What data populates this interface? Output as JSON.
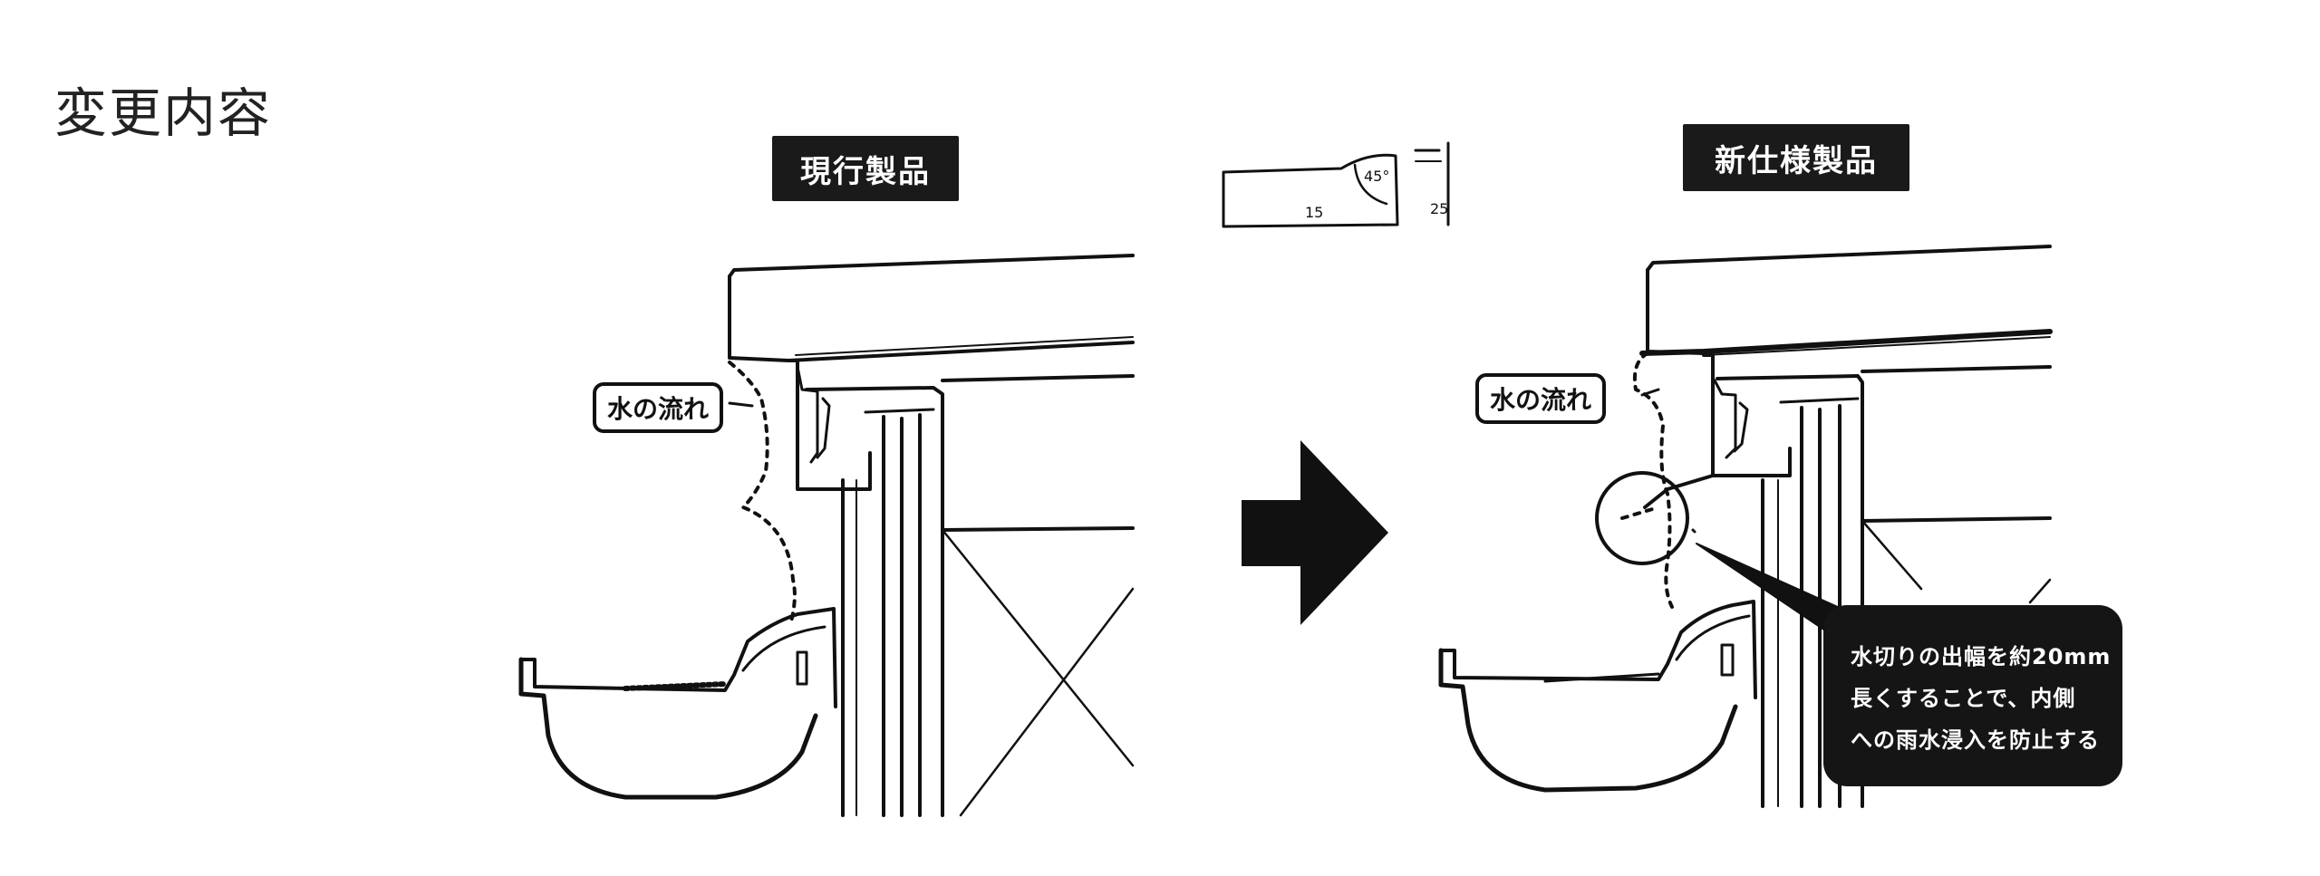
{
  "title": "変更内容",
  "labels": {
    "current": "現行製品",
    "new": "新仕様製品"
  },
  "callouts": {
    "left": "水の流れ",
    "right": "水の流れ"
  },
  "note": {
    "lines": [
      "水切りの出幅を約20mm",
      "長くすることで、内側",
      "への雨水浸入を防止する"
    ]
  },
  "detail": {
    "dim_left": "15",
    "dim_angle": "45°",
    "dim_right": "25"
  },
  "colors": {
    "ink": "#111111",
    "label_bg": "#1a1a1a",
    "note_bg": "#151515"
  },
  "icons": [
    "arrow-right-icon"
  ]
}
